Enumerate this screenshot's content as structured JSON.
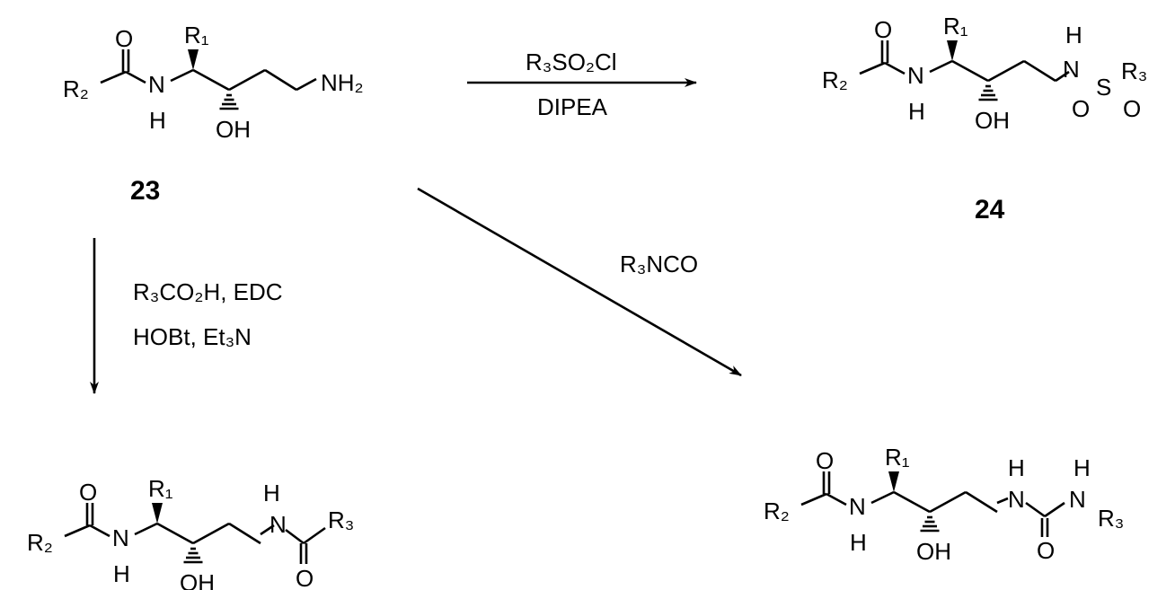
{
  "compounds": [
    {
      "id": "23",
      "labels": {
        "O": "O",
        "R1": "R₁",
        "R2": "R₂",
        "N": "N",
        "H": "H",
        "OH": "OH"
      },
      "tail": {
        "NH2": "NH₂"
      }
    },
    {
      "id": "24",
      "labels": {
        "O": "O",
        "R1": "R₁",
        "R2": "R₂",
        "N": "N",
        "H": "H",
        "OH": "OH"
      },
      "tail": {
        "N": "N",
        "H": "H",
        "S": "S",
        "O1": "O",
        "O2": "O",
        "R3": "R₃"
      }
    },
    {
      "id": "",
      "labels": {
        "O": "O",
        "R1": "R₁",
        "R2": "R₂",
        "N": "N",
        "H": "H",
        "OH": "OH"
      },
      "tail": {
        "N": "N",
        "H": "H",
        "O": "O",
        "R3": "R₃"
      }
    },
    {
      "id": "",
      "labels": {
        "O": "O",
        "R1": "R₁",
        "R2": "R₂",
        "N": "N",
        "H": "H",
        "OH": "OH"
      },
      "tail": {
        "N1": "N",
        "H1": "H",
        "O": "O",
        "N2": "N",
        "H2": "H",
        "R3": "R₃"
      }
    }
  ],
  "arrows": {
    "sulfonylation": {
      "reagent": "R₃SO₂Cl",
      "base": "DIPEA"
    },
    "urea": {
      "reagent": "R₃NCO"
    },
    "amide": {
      "line1": "R₃CO₂H, EDC",
      "line2": "HOBt, Et₃N"
    }
  }
}
